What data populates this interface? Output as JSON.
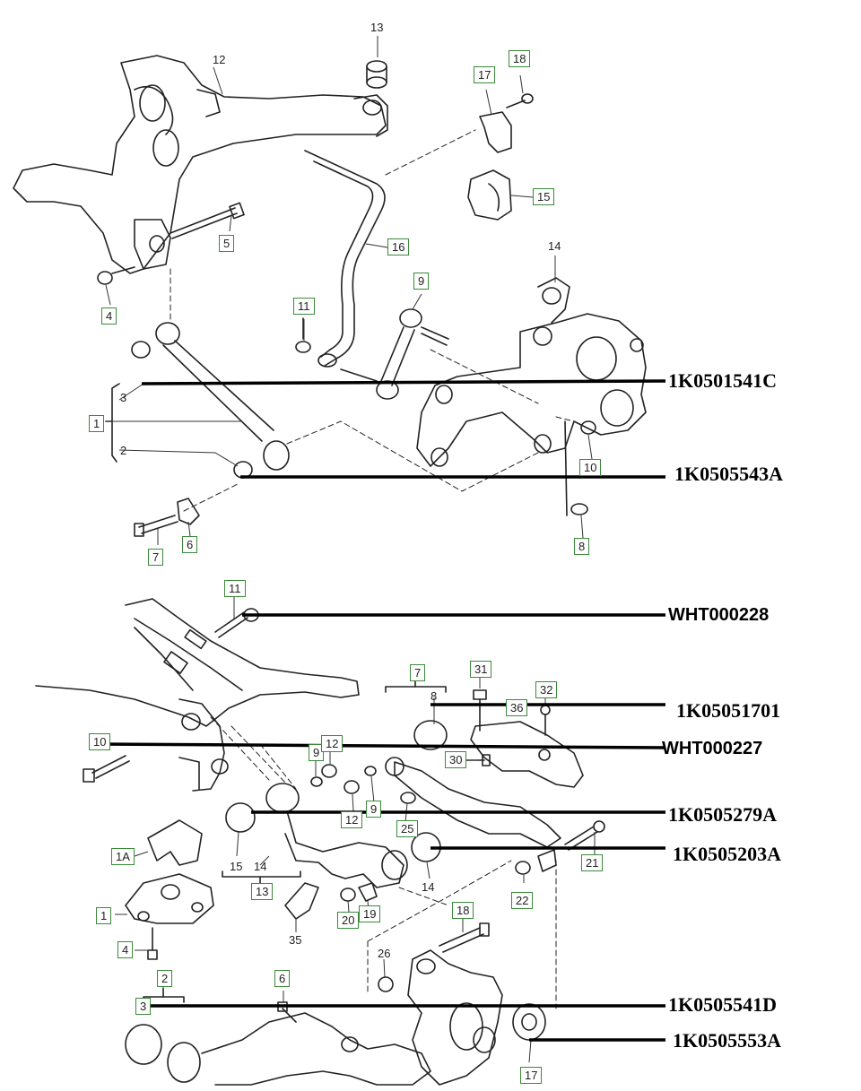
{
  "part_numbers": {
    "top_upper": "1K0501541C",
    "top_lower": "1K0505543A",
    "bottom_1": "WHT000228",
    "bottom_2": "1K05051701",
    "bottom_3": "WHT000227",
    "bottom_4": "1K0505279A",
    "bottom_5": "1K0505203A",
    "bottom_6": "1K0505541D",
    "bottom_7": "1K0505553A"
  },
  "top_callouts": {
    "c12": "12",
    "c13": "13",
    "c17": "17",
    "c18": "18",
    "c15": "15",
    "c5": "5",
    "c16": "16",
    "c14": "14",
    "c4": "4",
    "c9": "9",
    "c11": "11",
    "c3": "3",
    "c1": "1",
    "c2": "2",
    "c10": "10",
    "c7": "7",
    "c6": "6",
    "c8": "8"
  },
  "bottom_callouts": {
    "c11": "11",
    "c7": "7",
    "c31": "31",
    "c32": "32",
    "c8": "8",
    "c36": "36",
    "c10": "10",
    "c9a": "9",
    "c12a": "12",
    "c30": "30",
    "c12b": "12",
    "c9b": "9",
    "c25": "25",
    "c1A": "1A",
    "c15": "15",
    "c14a": "14",
    "c13": "13",
    "c21": "21",
    "c22": "22",
    "c14b": "14",
    "c20": "20",
    "c19": "19",
    "c1": "1",
    "c35": "35",
    "c4": "4",
    "c18": "18",
    "c26": "26",
    "c2": "2",
    "c6": "6",
    "c3": "3",
    "c17": "17"
  }
}
